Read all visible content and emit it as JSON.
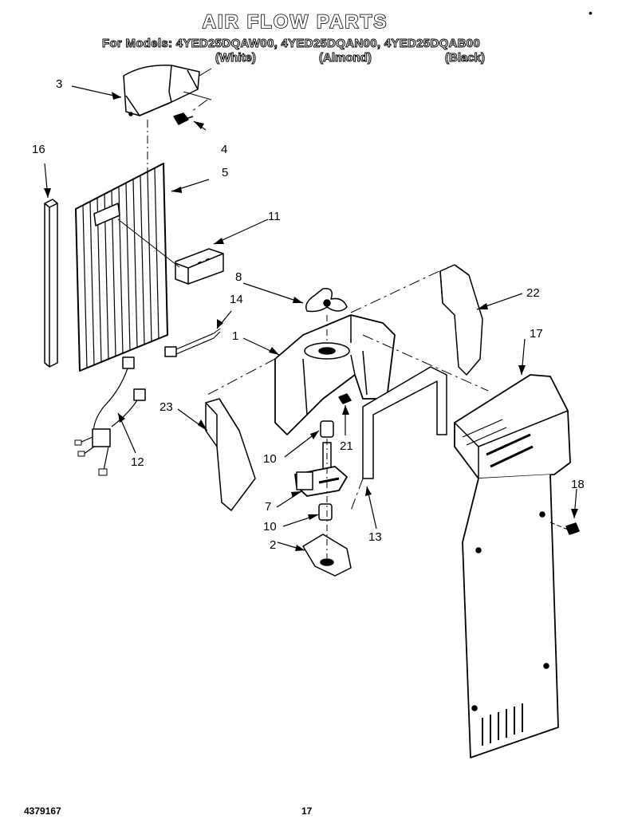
{
  "header": {
    "title": "AIR FLOW PARTS",
    "models_line": "For Models: 4YED25DQAW00,  4YED25DQAN00,  4YED25DQAB00",
    "variants": [
      "(White)",
      "(Almond)",
      "(Black)"
    ]
  },
  "callouts": [
    "3",
    "4",
    "16",
    "5",
    "11",
    "8",
    "22",
    "14",
    "1",
    "17",
    "23",
    "21",
    "12",
    "10",
    "7",
    "18",
    "10",
    "2",
    "13"
  ],
  "footer": {
    "doc_number": "4379167",
    "page_number": "17",
    "corner_mark": "•"
  }
}
